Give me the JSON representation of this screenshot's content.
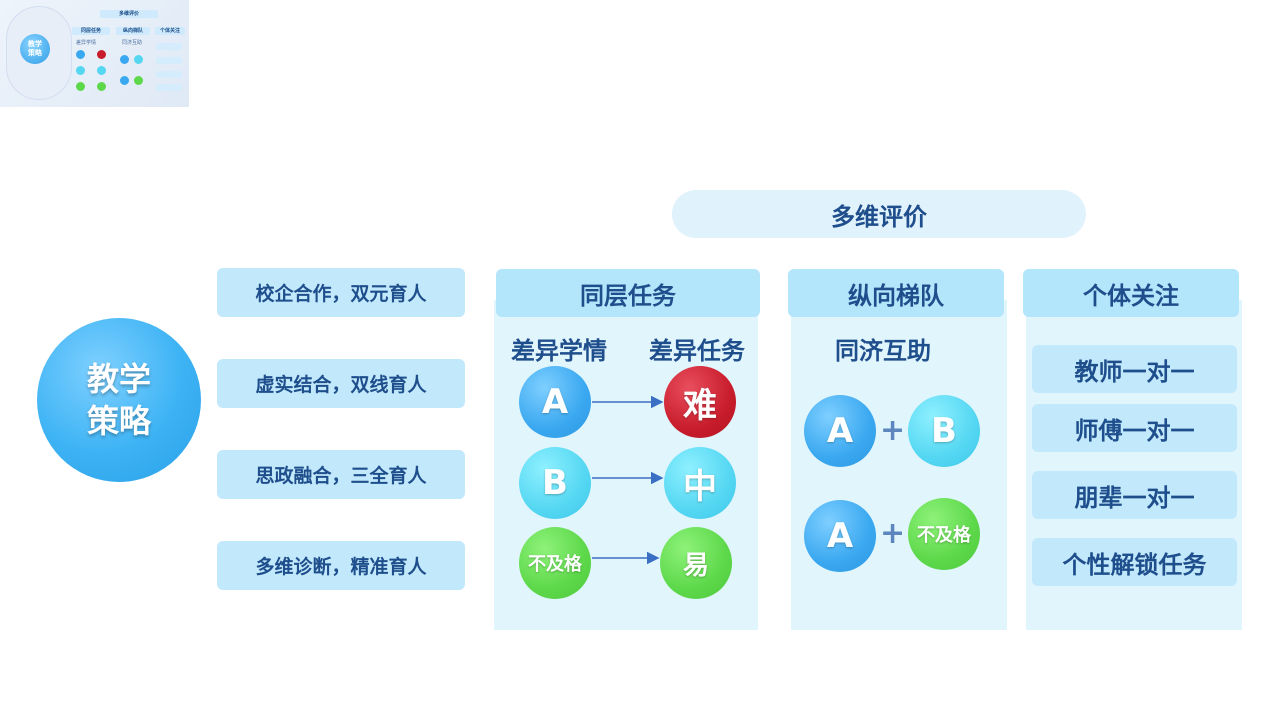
{
  "thumbnail": {
    "center": "教学\n策略",
    "header": "多维评价",
    "cols": [
      "同层任务",
      "纵向梯队",
      "个体关注"
    ],
    "sub1": "差异学情",
    "sub2": "同济互助"
  },
  "evaluation_label": "多维评价",
  "center_circle": "教学\n策略",
  "strategies": [
    "校企合作，双元育人",
    "虚实结合，双线育人",
    "思政融合，三全育人",
    "多维诊断，精准育人"
  ],
  "col1": {
    "title": "同层任务",
    "left_header": "差异学情",
    "right_header": "差异任务",
    "rows": [
      {
        "from": "A",
        "to": "难"
      },
      {
        "from": "B",
        "to": "中"
      },
      {
        "from": "不及格",
        "to": "易"
      }
    ]
  },
  "col2": {
    "title": "纵向梯队",
    "subtitle": "同济互助",
    "plus": "+",
    "pairs": [
      {
        "a": "A",
        "b": "B"
      },
      {
        "a": "A",
        "b": "不及格"
      }
    ]
  },
  "col3": {
    "title": "个体关注",
    "items": [
      "教师一对一",
      "师傅一对一",
      "朋辈一对一",
      "个性解锁任务"
    ]
  },
  "colors": {
    "header_blue": "#b3e5fb",
    "panel_bg": "#e1f5fd",
    "text_navy": "#1f4e8c",
    "node_blue": "#3aa8f0",
    "node_cyan": "#55d7f2",
    "node_green": "#5dd84a",
    "node_red": "#c81d2c",
    "arrow": "#3a6fc4"
  }
}
